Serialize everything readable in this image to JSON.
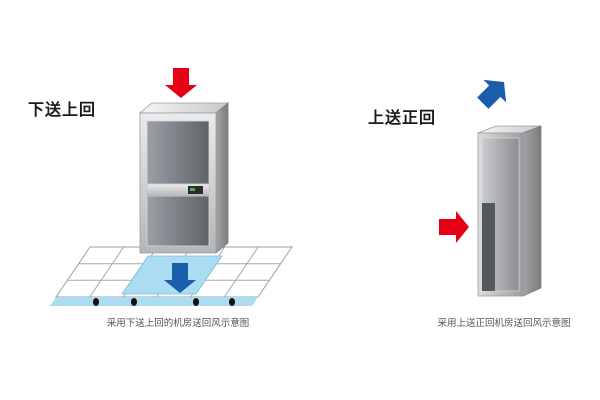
{
  "colors": {
    "red_arrow": "#e60013",
    "blue_arrow": "#1a5dab",
    "plenum_blue": "#aadcf2",
    "floor_line": "#9e9e9e",
    "caption_text": "#555555"
  },
  "left_diagram": {
    "title": "下送上回",
    "caption": "采用下送上回的机房送回风示意图",
    "top_arrow": "red-supply-air-down-arrow",
    "bottom_arrow": "blue-underfloor-air-down-arrow"
  },
  "right_diagram": {
    "title": "上送正回",
    "caption": "采用上送正回机房送回风示意图",
    "top_arrow": "blue-exhaust-up-right-arrow",
    "side_arrow": "red-supply-air-right-arrow"
  }
}
